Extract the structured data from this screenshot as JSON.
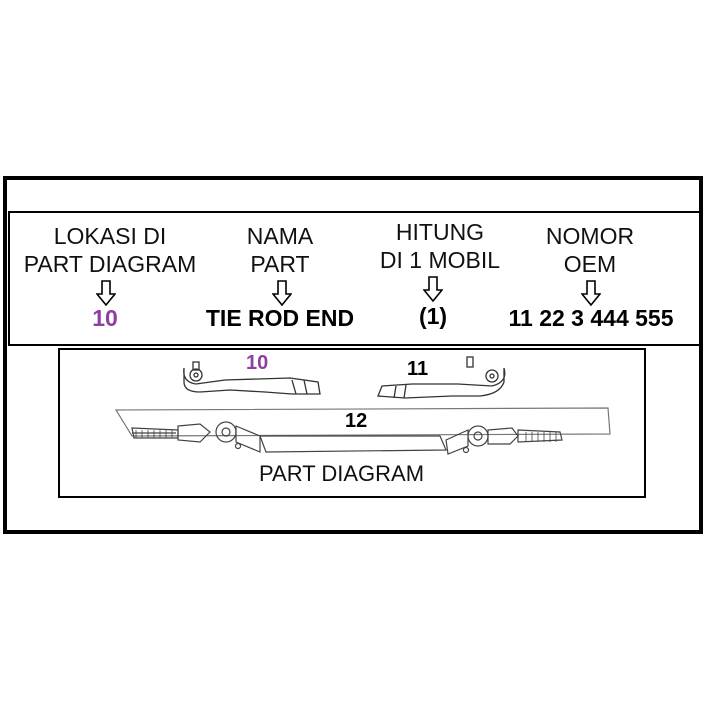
{
  "columns": [
    {
      "header_line1": "LOKASI DI",
      "header_line2": "PART DIAGRAM",
      "value": "10",
      "accent": "#8e3fa3"
    },
    {
      "header_line1": "NAMA",
      "header_line2": "PART",
      "value": "TIE ROD END"
    },
    {
      "header_line1": "HITUNG",
      "header_line2": "DI 1 MOBIL",
      "value": "(1)"
    },
    {
      "header_line1": "NOMOR",
      "header_line2": "OEM",
      "value": "11 22 3 444 555"
    }
  ],
  "diagram": {
    "caption": "PART DIAGRAM",
    "callouts": [
      {
        "label": "10",
        "color": "#8e3fa3"
      },
      {
        "label": "11",
        "color": "#000000"
      },
      {
        "label": "12",
        "color": "#000000"
      }
    ]
  }
}
